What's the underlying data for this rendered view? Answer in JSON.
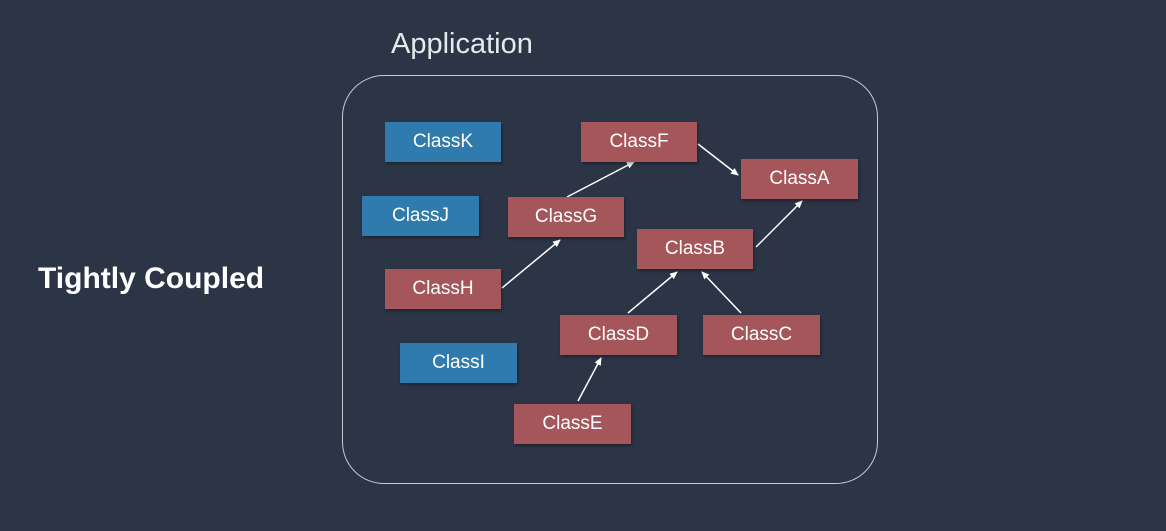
{
  "headline": "Tightly Coupled",
  "container": {
    "title": "Application"
  },
  "colors": {
    "background": "#2b3546",
    "coupled": "#a5565a",
    "independent": "#2f7bad",
    "edge": "#ffffff"
  },
  "classes": {
    "k": "ClassK",
    "j": "ClassJ",
    "i": "ClassI",
    "f": "ClassF",
    "g": "ClassG",
    "h": "ClassH",
    "a": "ClassA",
    "b": "ClassB",
    "c": "ClassC",
    "d": "ClassD",
    "e": "ClassE"
  },
  "dependencies": [
    {
      "from": "ClassF",
      "to": "ClassA"
    },
    {
      "from": "ClassG",
      "to": "ClassF"
    },
    {
      "from": "ClassH",
      "to": "ClassG"
    },
    {
      "from": "ClassB",
      "to": "ClassA"
    },
    {
      "from": "ClassD",
      "to": "ClassB"
    },
    {
      "from": "ClassC",
      "to": "ClassB"
    },
    {
      "from": "ClassE",
      "to": "ClassD"
    }
  ]
}
